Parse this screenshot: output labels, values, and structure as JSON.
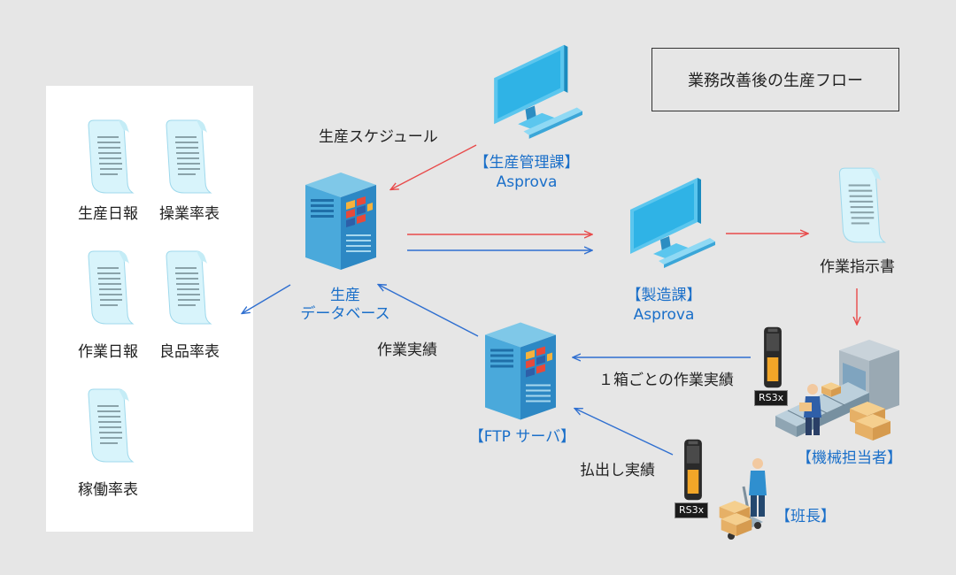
{
  "title": "業務改善後の生産フロー",
  "reports": [
    "生産日報",
    "操業率表",
    "作業日報",
    "良品率表",
    "稼働率表"
  ],
  "labels": {
    "schedule": "生産スケジュール",
    "prod_mgmt": "【生産管理課】",
    "prod_mgmt_sys": "Asprova",
    "manufacturing": "【製造課】",
    "manufacturing_sys": "Asprova",
    "db_line1": "生産",
    "db_line2": "データベース",
    "work_results": "作業実績",
    "ftp": "【FTP サーバ】",
    "per_box_results": "１箱ごとの作業実績",
    "shipment_results": "払出し実績",
    "work_order": "作業指示書",
    "machine_operator": "【機械担当者】",
    "team_leader": "【班長】",
    "device1": "RS3x",
    "device2": "RS3x"
  },
  "colors": {
    "red_arrow": "#e84a4a",
    "blue_arrow": "#2f6fd0",
    "accent_text": "#1a6fc9",
    "panel": "#ffffff",
    "background": "#e6e6e6"
  }
}
